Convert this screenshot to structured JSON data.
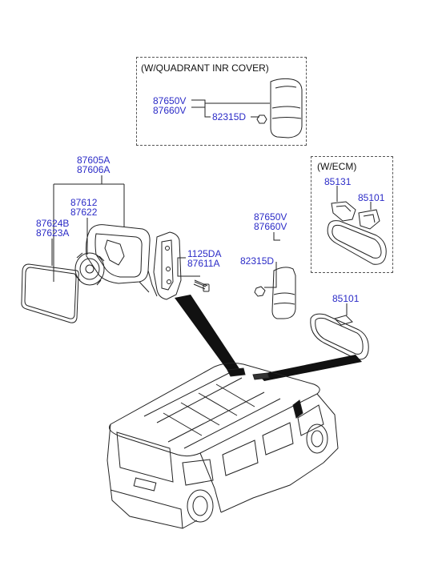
{
  "boxes": {
    "quadrant": {
      "title": "(W/QUADRANT INR COVER)"
    },
    "ecm": {
      "title": "(W/ECM)"
    }
  },
  "labels": {
    "p87605A": "87605A",
    "p87606A": "87606A",
    "p87612": "87612",
    "p87622": "87622",
    "p87624B": "87624B",
    "p87623A": "87623A",
    "p1125DA": "1125DA",
    "p87611A": "87611A",
    "q87650V": "87650V",
    "q87660V": "87660V",
    "q82315D": "82315D",
    "m87650V": "87650V",
    "m87660V": "87660V",
    "m82315D": "82315D",
    "e85131": "85131",
    "e85101": "85101",
    "r85101": "85101"
  },
  "colors": {
    "label_blue": "#2b2bc7",
    "line": "#222222",
    "box_border": "#555555"
  }
}
